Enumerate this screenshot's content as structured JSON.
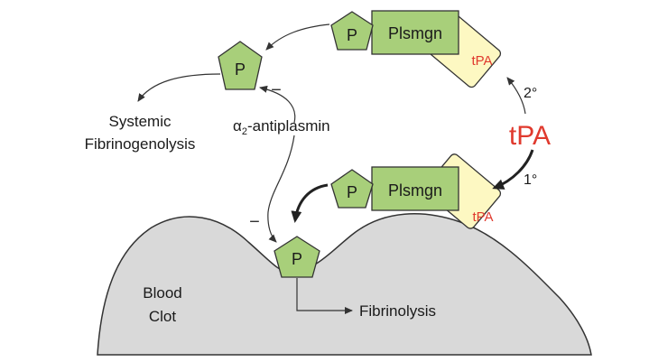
{
  "labels": {
    "plasmin": "P",
    "plasminogen": "Plsmgn",
    "tpa": "tPA",
    "tpa_center": "tPA",
    "systemic_line1": "Systemic",
    "systemic_line2": "Fibrinogenolysis",
    "antiplasmin_alpha": "α",
    "antiplasmin_sub": "2",
    "antiplasmin_rest": "-antiplasmin",
    "blood_clot_line1": "Blood",
    "blood_clot_line2": "Clot",
    "fibrinolysis": "Fibrinolysis",
    "primary": "1°",
    "secondary": "2°",
    "inhibit": "−"
  },
  "colors": {
    "pentagon_fill": "#a8cf7a",
    "box_fill": "#a8cf7a",
    "tpa_box_fill": "#fdf8c2",
    "clot_fill": "#d9d9d9",
    "outline": "#333333",
    "tpa_text": "#e03a2e",
    "arrow": "#333333"
  }
}
